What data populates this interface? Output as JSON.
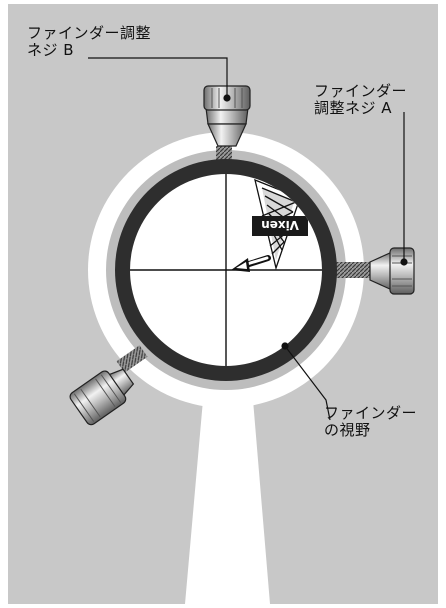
{
  "diagram": {
    "labels": {
      "adjust_screw_b": [
        "ファインダー調整",
        "ネジ B"
      ],
      "adjust_screw_a": [
        "ファインダー",
        "調整ネジ A"
      ],
      "finder_view": [
        "ファインダー",
        "の視野"
      ]
    },
    "reticle_brand": "Vixen",
    "colors": {
      "background": "#c8c8c8",
      "frame": "#ffffff",
      "ring": "#2e2e2e",
      "ring_outer": "#bdbdbd",
      "lines": "#111111"
    }
  }
}
